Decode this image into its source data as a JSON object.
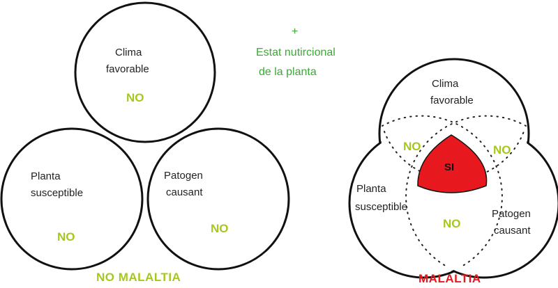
{
  "colors": {
    "no": "#a6c81e",
    "extra": "#3aaa35",
    "disease": "#e8191e",
    "line": "#111111"
  },
  "left": {
    "climate": {
      "line1": "Clima",
      "line2": "favorable",
      "answer": "NO"
    },
    "plant": {
      "line1": "Planta",
      "line2": "susceptible",
      "answer": "NO"
    },
    "pathogen": {
      "line1": "Patogen",
      "line2": "causant",
      "answer": "NO"
    },
    "caption": "NO MALALTIA"
  },
  "extra_factor": {
    "plus": "+",
    "line1": "Estat nutircional",
    "line2": "de la planta"
  },
  "right": {
    "climate": {
      "line1": "Clima",
      "line2": "favorable"
    },
    "plant": {
      "line1": "Planta",
      "line2": "susceptible"
    },
    "pathogen": {
      "line1": "Patogen",
      "line2": "causant"
    },
    "overlap_left": "NO",
    "overlap_right": "NO",
    "overlap_bottom": "NO",
    "center": "SI",
    "caption": "MALALTIA"
  }
}
